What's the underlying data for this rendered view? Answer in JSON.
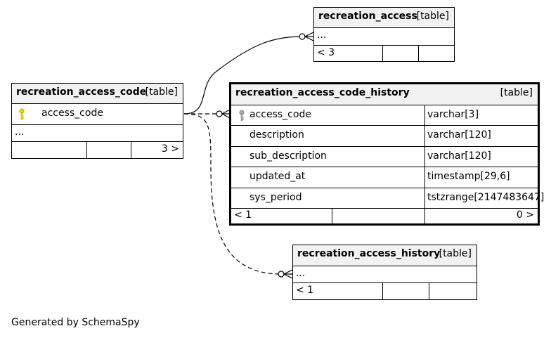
{
  "tables": {
    "recreation_access": {
      "name": "recreation_access",
      "type": "[table]",
      "ellipsis": "...",
      "parents_label": "< 3"
    },
    "recreation_access_code": {
      "name": "recreation_access_code",
      "type": "[table]",
      "key_column": "access_code",
      "ellipsis": "...",
      "children_label": "3 >"
    },
    "recreation_access_code_history": {
      "name": "recreation_access_code_history",
      "type": "[table]",
      "columns": [
        {
          "name": "access_code",
          "type": "varchar[3]"
        },
        {
          "name": "description",
          "type": "varchar[120]"
        },
        {
          "name": "sub_description",
          "type": "varchar[120]"
        },
        {
          "name": "updated_at",
          "type": "timestamp[29,6]"
        },
        {
          "name": "sys_period",
          "type": "tstzrange[2147483647]"
        }
      ],
      "parents_label": "< 1",
      "children_label": "0 >"
    },
    "recreation_access_history": {
      "name": "recreation_access_history",
      "type": "[table]",
      "ellipsis": "...",
      "parents_label": "< 1"
    }
  },
  "footer": "Generated by SchemaSpy",
  "colors": {
    "key_primary": "#e6d800",
    "key_foreign": "#aaaaaa",
    "header_bg": "#f2f2f2"
  },
  "icons": {
    "primary_key": "key-icon",
    "foreign_key": "foreign-key-icon"
  }
}
